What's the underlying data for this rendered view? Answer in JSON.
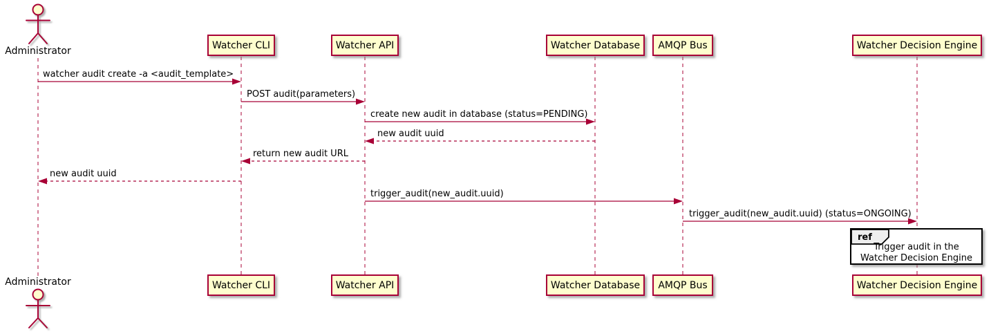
{
  "diagram": {
    "type": "uml-sequence-diagram",
    "actor": {
      "name": "Administrator"
    },
    "participants": [
      {
        "label": "Watcher CLI"
      },
      {
        "label": "Watcher API"
      },
      {
        "label": "Watcher Database"
      },
      {
        "label": "AMQP Bus"
      },
      {
        "label": "Watcher Decision Engine"
      }
    ],
    "messages": [
      {
        "label": "watcher audit create -a <audit_template>",
        "from": "Administrator",
        "to": "Watcher CLI",
        "line": "solid"
      },
      {
        "label": "POST audit(parameters)",
        "from": "Watcher CLI",
        "to": "Watcher API",
        "line": "solid"
      },
      {
        "label": "create new audit in database (status=PENDING)",
        "from": "Watcher API",
        "to": "Watcher Database",
        "line": "solid"
      },
      {
        "label": "new audit uuid",
        "from": "Watcher Database",
        "to": "Watcher API",
        "line": "dashed"
      },
      {
        "label": "return new audit URL",
        "from": "Watcher API",
        "to": "Watcher CLI",
        "line": "dashed"
      },
      {
        "label": "new audit uuid",
        "from": "Watcher CLI",
        "to": "Administrator",
        "line": "dashed"
      },
      {
        "label": "trigger_audit(new_audit.uuid)",
        "from": "Watcher API",
        "to": "AMQP Bus",
        "line": "solid"
      },
      {
        "label": "trigger_audit(new_audit.uuid) (status=ONGOING)",
        "from": "AMQP Bus",
        "to": "Watcher Decision Engine",
        "line": "solid"
      }
    ],
    "ref": {
      "keyword": "ref",
      "lines": [
        "Trigger audit in the",
        "Watcher Decision Engine"
      ]
    },
    "colors": {
      "background": "#FFFFFF",
      "participant_fill": "#FEFECE",
      "participant_border": "#A80036",
      "lifeline": "#A80036",
      "arrow": "#A80036",
      "message_text": "#000000",
      "ref_fill": "#FFFFFF",
      "ref_border": "#000000",
      "ref_label_fill": "#EEEEEE"
    }
  }
}
